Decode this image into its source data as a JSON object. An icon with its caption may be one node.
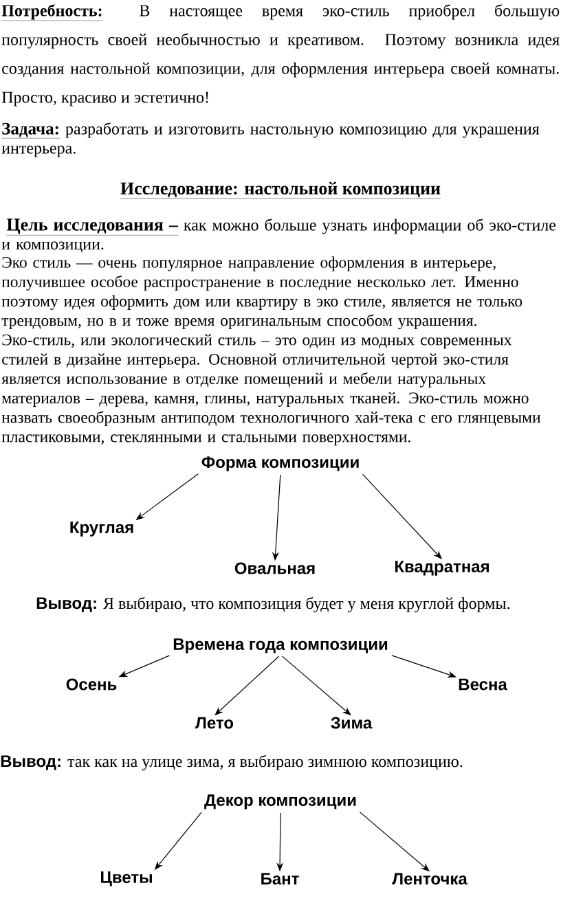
{
  "diagram": {
    "nodes": [
      {
        "text": [
          "Форма композиции"
        ]
      },
      {
        "text": [
          "Круглая"
        ]
      },
      {
        "text": [
          "Овальная"
        ]
      },
      {
        "text": [
          "Квадратная"
        ]
      },
      {
        "text": [
          "Времена года композиции"
        ]
      },
      {
        "text": [
          "Осень"
        ]
      },
      {
        "text": [
          "Лето"
        ]
      },
      {
        "text": [
          "Зима"
        ]
      },
      {
        "text": [
          "Весна"
        ]
      },
      {
        "text": [
          "Декор композиции"
        ]
      },
      {
        "text": [
          "Цветы"
        ]
      },
      {
        "text": [
          "Бант"
        ]
      },
      {
        "text": [
          "Ленточка"
        ]
      }
    ],
    "edges": [
      {
        "from": 0,
        "to": 1,
        "arrow": "to"
      },
      {
        "from": 0,
        "to": 2,
        "arrow": "to"
      },
      {
        "from": 0,
        "to": 3,
        "arrow": "to"
      },
      {
        "from": 4,
        "to": 5,
        "arrow": "to"
      },
      {
        "from": 4,
        "to": 6,
        "arrow": "to"
      },
      {
        "from": 4,
        "to": 7,
        "arrow": "to"
      },
      {
        "from": 4,
        "to": 8,
        "arrow": "to"
      },
      {
        "from": 9,
        "to": 10,
        "arrow": "to"
      },
      {
        "from": 9,
        "to": 11,
        "arrow": "to"
      },
      {
        "from": 9,
        "to": 12,
        "arrow": "to"
      }
    ],
    "labels": [
      "Потребность:",
      "В настоящее время эко-стиль приобрел большую популярность своей необычностью и креативом. Поэтому возникла идея создания настольной композиции, для оформления интерьера своей комнаты. Просто, красиво и эстетично!",
      "Задача:",
      "разработать и изготовить настольную композицию для украшения интерьера.",
      "Исследование: настольной композиции",
      "Цель исследования –",
      "как можно больше узнать информации об эко-стиле и композиции.",
      "Эко стиль — очень популярное направление оформления в интерьере, получившее особое распространение в последние несколько лет. Именно поэтому идея оформить дом или квартиру в эко стиле, является не только трендовым, но в и тоже время оригинальным способом украшения.",
      "Эко-стиль, или экологический стиль – это один из модных современных стилей в дизайне интерьера. Основной отличительной чертой эко-стиля является использование в отделке помещений и мебели натуральных материалов – дерева, камня, глины, натуральных тканей. Эко-стиль можно назвать своеобразным антиподом технологичного хай-тека с его глянцевыми пластиковыми, стеклянными и стальными поверхностями.",
      "Вывод:",
      "Я выбираю, что композиция будет у меня круглой формы.",
      "Вывод:",
      "так как на улице зима, я выбираю зимнюю композицию."
    ]
  }
}
